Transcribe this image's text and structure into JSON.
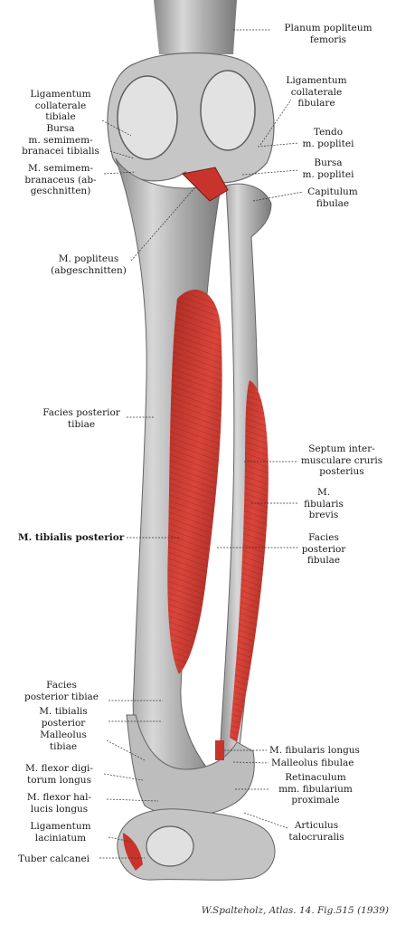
{
  "labels": {
    "planum_popliteum": "Planum popliteum\nfemoris",
    "lig_coll_fibulare": "Ligamentum\ncollaterale\nfibulare",
    "lig_coll_tibiale": "Ligamentum\ncollaterale\ntibiale",
    "bursa_semimemb": "Bursa\nm. semimem-\nbranacei tibialis",
    "m_semimemb": "M. semimem-\nbranaceus (ab-\ngeschnitten)",
    "tendo_poplitei": "Tendo\nm. poplitei",
    "bursa_poplitei": "Bursa\nm. poplitei",
    "capitulum_fibulae": "Capitulum\nfibulae",
    "m_popliteus": "M. popliteus\n(abgeschnitten)",
    "facies_post_tibiae": "Facies posterior\ntibiae",
    "septum": "Septum inter-\nmusculare cruris\nposterius",
    "m_fibularis_brevis": "M.\nfibularis\nbrevis",
    "m_tibialis_posterior": "M. tibialis posterior",
    "facies_post_fibulae": "Facies\nposterior\nfibulae",
    "facies_post_tibiae_2": "Facies\nposterior tibiae",
    "m_tibialis_post_2": "M. tibialis\nposterior",
    "malleolus_tibiae": "Malleolus\ntibiae",
    "m_fibularis_longus": "M. fibularis longus",
    "malleolus_fibulae": "Malleolus fibulae",
    "m_flexor_digitorum": "M. flexor digi-\ntorum longus",
    "retinaculum": "Retinaculum\nmm. fibularium\nproximale",
    "m_flexor_hallucis": "M. flexor hal-\nlucis longus",
    "articulus": "Articulus\ntalocruralis",
    "lig_laciniatum": "Ligamentum\nlaciniatum",
    "tuber_calcanei": "Tuber calcanei"
  },
  "credit": "W.Spalteholz, Atlas. 14. Fig.515 (1939)",
  "colors": {
    "bone": "#b9b9b9",
    "bone_light": "#e4e4e4",
    "bone_dark": "#6f6f6f",
    "muscle": "#c8342b",
    "muscle_dark": "#8e1f1a",
    "line": "#333333"
  }
}
